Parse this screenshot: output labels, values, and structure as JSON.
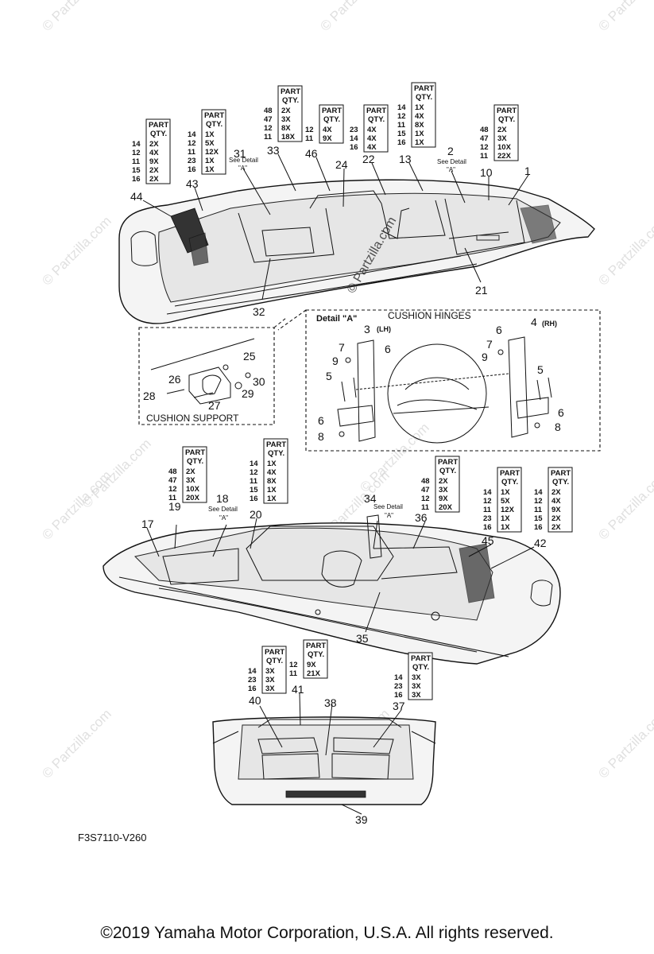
{
  "watermark": "© Partzilla.com",
  "center_watermark": "© Partzilla.com",
  "ref_code": "F3S7110-V260",
  "copyright": "©2019  Yamaha Motor Corporation, U.S.A. All rights reserved.",
  "detail_a_title": "Detail \"A\"",
  "hinges_title": "CUSHION HINGES",
  "support_title": "CUSHION SUPPORT",
  "see_detail": "See Detail",
  "detail_a_mark": "\"A\"",
  "lh": "(LH)",
  "rh": "(RH)",
  "qty_header_1": "PART",
  "qty_header_2": "QTY.",
  "callouts": [
    "44",
    "43",
    "31",
    "33",
    "46",
    "24",
    "22",
    "13",
    "2",
    "10",
    "1",
    "32",
    "21",
    "25",
    "26",
    "30",
    "28",
    "29",
    "27",
    "3",
    "7",
    "6",
    "9",
    "5",
    "6",
    "8",
    "4",
    "6",
    "7",
    "9",
    "5",
    "6",
    "8",
    "19",
    "17",
    "18",
    "20",
    "34",
    "36",
    "45",
    "42",
    "35",
    "40",
    "41",
    "38",
    "37",
    "39"
  ],
  "qty_tables": [
    {
      "rows": [
        {
          "p": "14",
          "q": "2X"
        },
        {
          "p": "12",
          "q": "4X"
        },
        {
          "p": "11",
          "q": "9X"
        },
        {
          "p": "15",
          "q": "2X"
        },
        {
          "p": "16",
          "q": "2X"
        }
      ]
    },
    {
      "rows": [
        {
          "p": "14",
          "q": "1X"
        },
        {
          "p": "12",
          "q": "5X"
        },
        {
          "p": "11",
          "q": "12X"
        },
        {
          "p": "23",
          "q": "1X"
        },
        {
          "p": "16",
          "q": "1X"
        }
      ]
    },
    {
      "rows": [
        {
          "p": "48",
          "q": "2X"
        },
        {
          "p": "47",
          "q": "3X"
        },
        {
          "p": "12",
          "q": "8X"
        },
        {
          "p": "11",
          "q": "18X"
        }
      ]
    },
    {
      "rows": [
        {
          "p": "12",
          "q": "4X"
        },
        {
          "p": "11",
          "q": "9X"
        }
      ]
    },
    {
      "rows": [
        {
          "p": "23",
          "q": "4X"
        },
        {
          "p": "14",
          "q": "4X"
        },
        {
          "p": "16",
          "q": "4X"
        }
      ]
    },
    {
      "rows": [
        {
          "p": "14",
          "q": "1X"
        },
        {
          "p": "12",
          "q": "4X"
        },
        {
          "p": "11",
          "q": "8X"
        },
        {
          "p": "15",
          "q": "1X"
        },
        {
          "p": "16",
          "q": "1X"
        }
      ]
    },
    {
      "rows": [
        {
          "p": "48",
          "q": "2X"
        },
        {
          "p": "47",
          "q": "3X"
        },
        {
          "p": "12",
          "q": "10X"
        },
        {
          "p": "11",
          "q": "22X"
        }
      ]
    },
    {
      "rows": [
        {
          "p": "48",
          "q": "2X"
        },
        {
          "p": "47",
          "q": "3X"
        },
        {
          "p": "12",
          "q": "10X"
        },
        {
          "p": "11",
          "q": "20X"
        }
      ]
    },
    {
      "rows": [
        {
          "p": "14",
          "q": "1X"
        },
        {
          "p": "12",
          "q": "4X"
        },
        {
          "p": "11",
          "q": "8X"
        },
        {
          "p": "15",
          "q": "1X"
        },
        {
          "p": "16",
          "q": "1X"
        }
      ]
    },
    {
      "rows": [
        {
          "p": "48",
          "q": "2X"
        },
        {
          "p": "47",
          "q": "3X"
        },
        {
          "p": "12",
          "q": "9X"
        },
        {
          "p": "11",
          "q": "20X"
        }
      ]
    },
    {
      "rows": [
        {
          "p": "14",
          "q": "1X"
        },
        {
          "p": "12",
          "q": "5X"
        },
        {
          "p": "11",
          "q": "12X"
        },
        {
          "p": "23",
          "q": "1X"
        },
        {
          "p": "16",
          "q": "1X"
        }
      ]
    },
    {
      "rows": [
        {
          "p": "14",
          "q": "2X"
        },
        {
          "p": "12",
          "q": "4X"
        },
        {
          "p": "11",
          "q": "9X"
        },
        {
          "p": "15",
          "q": "2X"
        },
        {
          "p": "16",
          "q": "2X"
        }
      ]
    },
    {
      "rows": [
        {
          "p": "14",
          "q": "3X"
        },
        {
          "p": "23",
          "q": "3X"
        },
        {
          "p": "16",
          "q": "3X"
        }
      ]
    },
    {
      "rows": [
        {
          "p": "12",
          "q": "9X"
        },
        {
          "p": "11",
          "q": "21X"
        }
      ]
    },
    {
      "rows": [
        {
          "p": "14",
          "q": "3X"
        },
        {
          "p": "23",
          "q": "3X"
        },
        {
          "p": "16",
          "q": "3X"
        }
      ]
    }
  ]
}
